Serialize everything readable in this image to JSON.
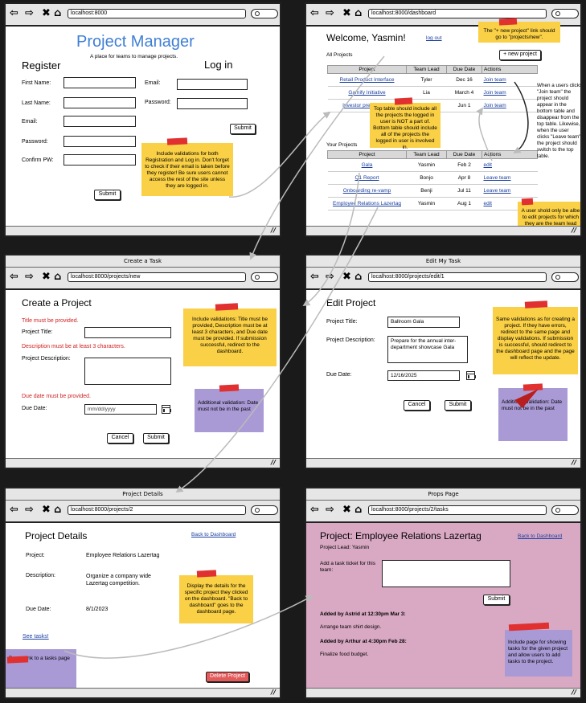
{
  "browser": {
    "icons": [
      "back-icon",
      "forward-icon",
      "close-icon",
      "home-icon",
      "search-icon"
    ]
  },
  "w1": {
    "url": "localhost:8000",
    "title": "Project Manager",
    "subtitle": "A place for teams to manage projects.",
    "register": {
      "heading": "Register",
      "fields": [
        "First Name:",
        "Last Name:",
        "Email:",
        "Password:",
        "Confirm PW:"
      ],
      "submit": "Submit"
    },
    "login": {
      "heading": "Log in",
      "fields": [
        "Email:",
        "Password:"
      ],
      "submit": "Submit"
    },
    "note": "Include validations for both Registration and Log in. Don't forget to check if their email is taken before they register! Be sure users cannot access the rest of the site unless they are logged in."
  },
  "w2": {
    "url": "localhost:8000/dashboard",
    "welcome": "Welcome, Yasmin!",
    "logout": "log out",
    "all_label": "All Projects",
    "new_btn": "+ new project",
    "your_label": "Your Projects",
    "headers": [
      "Project",
      "Team Lead",
      "Due Date",
      "Actions"
    ],
    "all_rows": [
      [
        "Retail Product Interface",
        "Tyler",
        "Dec 16",
        "Join team"
      ],
      [
        "Gamify Initiative",
        "Lia",
        "March 4",
        "Join team"
      ],
      [
        "Investor presentation",
        "",
        "Jun 1",
        "Join team"
      ]
    ],
    "your_rows": [
      [
        "Gala",
        "Yasmin",
        "Feb 2",
        "edit"
      ],
      [
        "Q1 Report",
        "Bonjo",
        "Apr 8",
        "Leave team"
      ],
      [
        "Onboarding re-vamp",
        "Benji",
        "Jul 11",
        "Leave team"
      ],
      [
        "Employee Relations Lazertag",
        "Yasmin",
        "Aug 1",
        "edit"
      ]
    ],
    "note_top": "The \"+ new project\" link should go to \"projects/new\".",
    "note_tables": "Top table should include all the projects the logged in user is NOT a part of. Bottom table should include all of the projects the logged in user is involved in.",
    "note_side": "When a users clicks \"Join team\" the project should appear in the bottom table and disappear from the top table. Likewise, when the user clicks \"Leave team\" the project should switch to the top table.",
    "note_edit": "A user shold only be albe to edit projects for which they are the team lead (that they created)"
  },
  "w3": {
    "tab": "Create a Task",
    "url": "localhost:8000/projects/new",
    "heading": "Create a Project",
    "err_title": "Title must be provided.",
    "lbl_title": "Project Title:",
    "err_desc": "Description must be at least 3 characters.",
    "lbl_desc": "Project Description:",
    "err_date": "Due date must be provided.",
    "lbl_date": "Due Date:",
    "date_ph": "mm/dd/yyyy",
    "cancel": "Cancel",
    "submit": "Submit",
    "note": "Include validations: Title must be provided, Description must be at least 3 characters, and Due date must be provided. If submission successful, redirect to the dashboard.",
    "note2": "Additional validation: Date must not be in the past"
  },
  "w4": {
    "tab": "Edit My Task",
    "url": "localhost:8000/projects/edit/1",
    "heading": "Edit Project",
    "lbl_title": "Project Title:",
    "val_title": "Ballroom Gala",
    "lbl_desc": "Project Description:",
    "val_desc": "Prepare for the annual inter-department showcase Gala",
    "lbl_date": "Due Date:",
    "val_date": "12/16/2025",
    "cancel": "Cancel",
    "submit": "Submit",
    "note": "Same validations as for creating a project. If they have errors, redirect to the same page and display validations. If submission is successful, should redirect to the dashboard page and the page will reflect the update.",
    "note2": "Additional validation: Date must not be in the past"
  },
  "w5": {
    "tab": "Project Details",
    "url": "localhost:8000/projects/2",
    "heading": "Project Details",
    "back": "Back to Dashboard",
    "lbl_project": "Project:",
    "val_project": "Employee Relations Lazertag",
    "lbl_desc": "Description:",
    "val_desc": "Organize a company wide Lazertag competition.",
    "lbl_date": "Due Date:",
    "val_date": "8/1/2023",
    "see_tasks": "See tasks!",
    "delete": "Delete Project",
    "note": "Display the details for the specific project they clicked on the dashboard. \"Back to dashboard\" goes to the dashboard page.",
    "note2": "Bonus link to a tasks page"
  },
  "w6": {
    "tab": "Props Page",
    "url": "localhost:8000/projects/2/tasks",
    "heading": "Project: Employee Relations Lazertag",
    "lead": "Project Lead: Yasmin",
    "back": "Back to Dashboard",
    "add_label": "Add a task ticket for this team:",
    "submit": "Submit",
    "t1_by": "Added by Astrid at 12:30pm Mar 3:",
    "t1": "Arrange team shirt design.",
    "t2_by": "Added by Arthur at 4:30pm Feb 28:",
    "t2": "Finalize food budget.",
    "note": "Include page for showing tasks for the given project and allow users to add tasks to the project."
  },
  "colors": {
    "link": "#1a3fa0",
    "error": "#d02020",
    "sticky_yellow": "#f9d046",
    "sticky_purple": "#a99ad6",
    "tape": "#e03030",
    "tasks_bg": "#d9a9c4",
    "delete_btn": "#e35a5a"
  }
}
